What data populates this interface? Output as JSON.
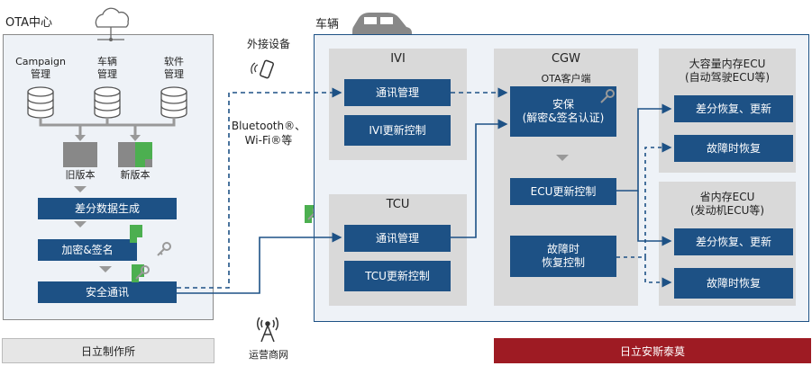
{
  "colors": {
    "accent": "#1d5185",
    "panel": "#d9d9d9",
    "bg": "#eef2f7",
    "partner": "#9e1b23",
    "key": "#4caf50"
  },
  "ota": {
    "title": "OTA中心",
    "campaign": "Campaign\n管理",
    "vehicle": "车辆\n管理",
    "software": "软件\n管理",
    "old_version": "旧版本",
    "new_version": "新版本",
    "diff_gen": "差分数据生成",
    "encrypt": "加密&签名",
    "secure_comm": "安全通讯"
  },
  "middle": {
    "external_device": "外接设备",
    "bluetooth": "Bluetooth®、\nWi-Fi®等",
    "carrier": "运营商网"
  },
  "vehicle": {
    "title": "车辆",
    "ivi": {
      "title": "IVI",
      "comm": "通讯管理",
      "update": "IVI更新控制"
    },
    "tcu": {
      "title": "TCU",
      "comm": "通讯管理",
      "update": "TCU更新控制"
    },
    "cgw": {
      "title": "CGW",
      "client": "OTA客户端",
      "security": "安保\n(解密&签名认证)",
      "ecu_ctrl": "ECU更新控制",
      "recovery": "故障时\n恢复控制"
    },
    "large_ecu": {
      "title": "大容量内存ECU\n(自动驾驶ECU等)",
      "diff": "差分恢复、更新",
      "recovery": "故障时恢复"
    },
    "small_ecu": {
      "title": "省内存ECU\n(发动机ECU等)",
      "diff": "差分恢复、更新",
      "recovery": "故障时恢复"
    }
  },
  "footer": {
    "left": "日立制作所",
    "right": "日立安斯泰莫"
  }
}
